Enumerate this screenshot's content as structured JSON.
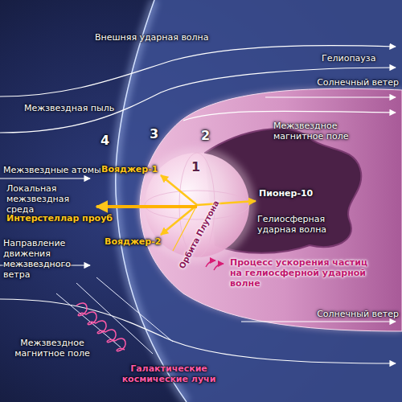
{
  "diagram": {
    "labels": [
      "Внешняя ударная волна",
      "Гелиопауза",
      "Межзвездная пыль",
      "Солнечный ветер",
      "4",
      "3",
      "2",
      "Межзвездное магнитное поле",
      "1",
      "Межзвездные атомы",
      "Вояджер-1",
      "Локальная межзвездная среда",
      "Интерстеллар проуб",
      "Пионер-10",
      "Гелиосферная ударная волна",
      "Вояджер-2",
      "Направление движения межзвездного ветра",
      "Орбита Плутона",
      "Процесс ускорения частиц на гелиосферной ударной волне",
      "Солнечный ветер",
      "Межзвездное магнитное поле",
      "Галактические космические лучи"
    ]
  }
}
